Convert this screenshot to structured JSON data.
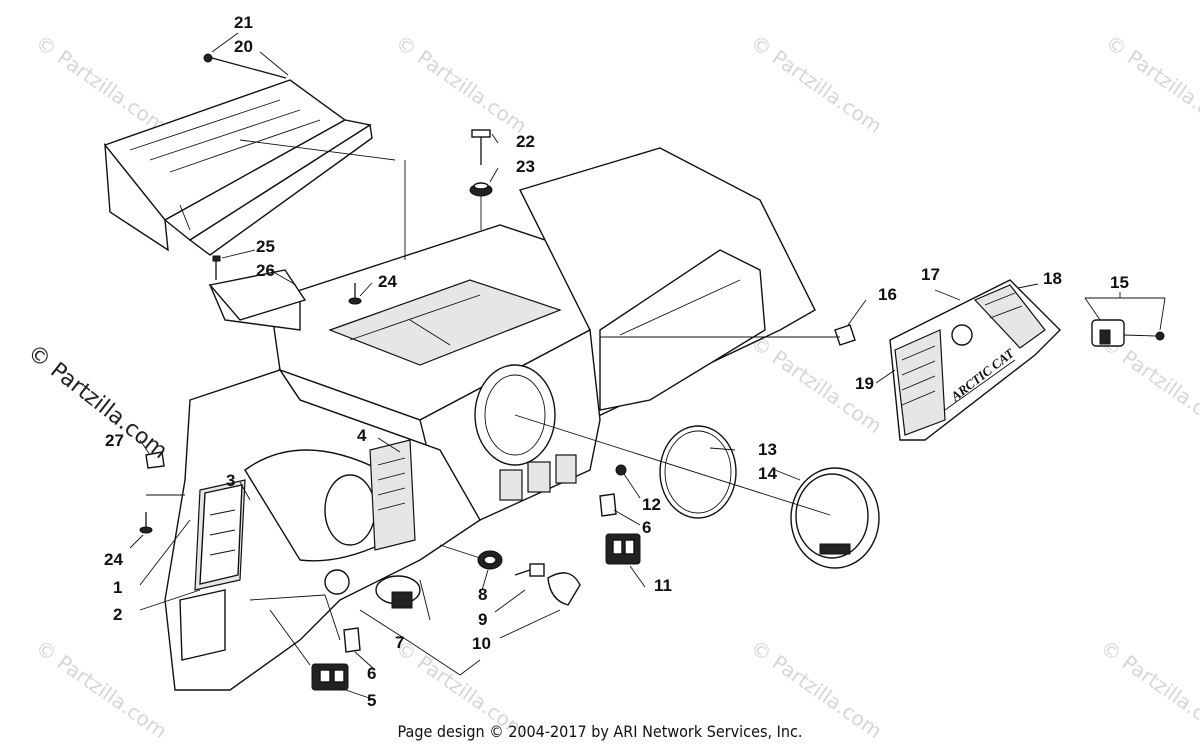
{
  "watermark": "© Partzilla.com",
  "side_watermark": "© Partzilla.com",
  "footer": "Page design © 2004-2017 by ARI Network Services, Inc.",
  "callouts": {
    "c1": "1",
    "c2": "2",
    "c3": "3",
    "c4": "4",
    "c5": "5",
    "c6a": "6",
    "c6b": "6",
    "c7": "7",
    "c8": "8",
    "c9": "9",
    "c10": "10",
    "c11": "11",
    "c12": "12",
    "c13": "13",
    "c14": "14",
    "c15": "15",
    "c16": "16",
    "c17": "17",
    "c18": "18",
    "c19": "19",
    "c20": "20",
    "c21": "21",
    "c22": "22",
    "c23": "23",
    "c24a": "24",
    "c24b": "24",
    "c25": "25",
    "c26": "26",
    "c27": "27"
  },
  "logo_text": "ARCTIC CAT"
}
